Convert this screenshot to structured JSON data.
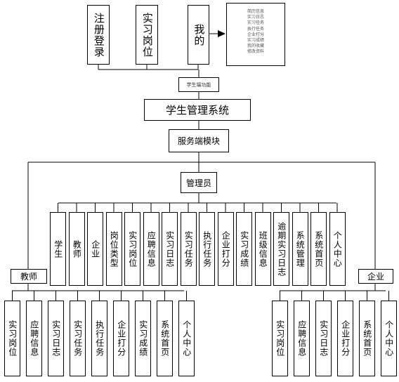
{
  "app": {
    "label": "学生端功能",
    "items": [
      "注册登录",
      "实习岗位",
      "我的"
    ],
    "my_submenu": [
      "简历信息",
      "实习日志",
      "实习任务",
      "执行任务",
      "企业打分",
      "实习成绩",
      "我的收藏",
      "修改资料"
    ]
  },
  "system": {
    "title": "学生管理系统",
    "service_module": "服务端模块",
    "admin": "管理员"
  },
  "admin_items": [
    "学生",
    "教师",
    "企业",
    "岗位类型",
    "实习岗位",
    "应聘信息",
    "实习日志",
    "实习任务",
    "执行任务",
    "企业打分",
    "实习成绩",
    "班级信息",
    "逾期实习日志",
    "系统管理",
    "系统首页",
    "个人中心"
  ],
  "teacher": {
    "label": "教师",
    "items": [
      "实习岗位",
      "应聘信息",
      "实习日志",
      "实习任务",
      "执行任务",
      "企业打分",
      "实习成绩",
      "系统首页",
      "个人中心"
    ]
  },
  "enterprise": {
    "label": "企业",
    "items": [
      "实习岗位",
      "应聘信息",
      "实习日志",
      "企业打分",
      "系统首页",
      "个人中心"
    ]
  }
}
